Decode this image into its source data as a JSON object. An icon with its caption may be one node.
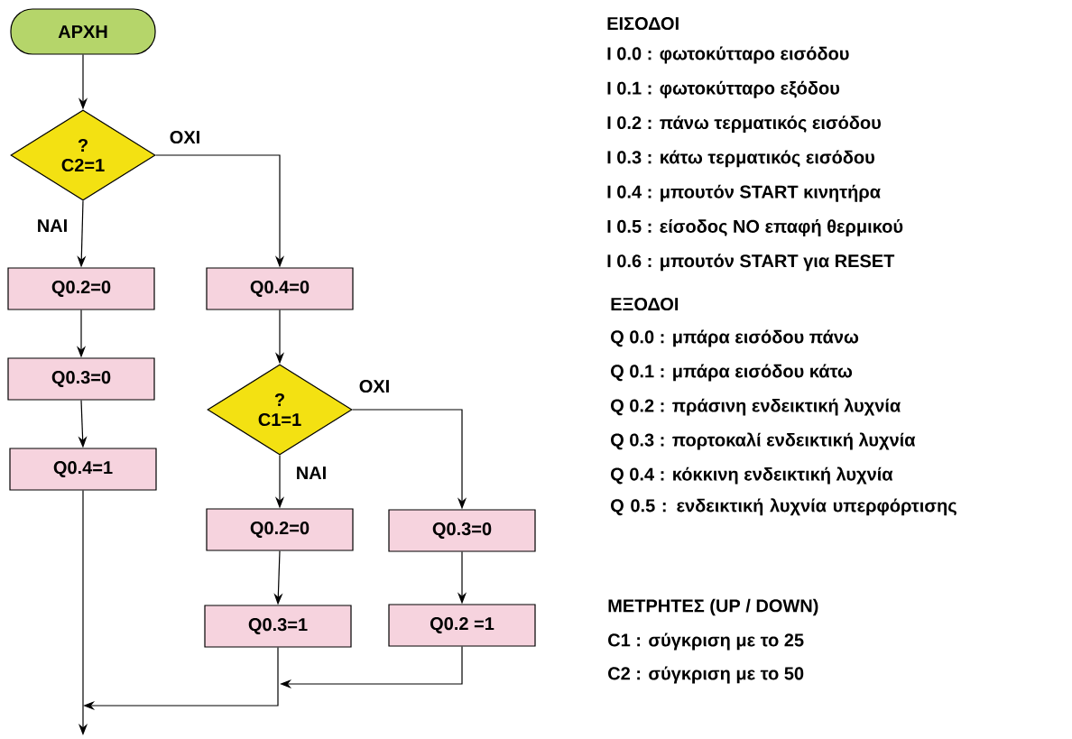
{
  "diagram": {
    "nodes": [
      {
        "text": [
          "ΑΡΧΗ"
        ]
      },
      {
        "text": [
          "?",
          "C2=1"
        ]
      },
      {
        "text": [
          "Q0.2=0"
        ]
      },
      {
        "text": [
          "Q0.3=0"
        ]
      },
      {
        "text": [
          "Q0.4=1"
        ]
      },
      {
        "text": [
          "Q0.4=0"
        ]
      },
      {
        "text": [
          "?",
          "C1=1"
        ]
      },
      {
        "text": [
          "Q0.2=0"
        ]
      },
      {
        "text": [
          "Q0.3=1"
        ]
      },
      {
        "text": [
          "Q0.3=0"
        ]
      },
      {
        "text": [
          "Q0.2 =1"
        ]
      }
    ],
    "edges": [
      {
        "from": 0,
        "to": 1,
        "arrow": "to"
      },
      {
        "from": 1,
        "to": 2,
        "arrow": "to",
        "label": "ΝΑΙ"
      },
      {
        "from": 1,
        "to": 5,
        "arrow": "to",
        "label": "ΟΧΙ"
      },
      {
        "from": 2,
        "to": 3,
        "arrow": "to"
      },
      {
        "from": 3,
        "to": 4,
        "arrow": "to"
      },
      {
        "from": 5,
        "to": 6,
        "arrow": "to"
      },
      {
        "from": 6,
        "to": 7,
        "arrow": "to",
        "label": "ΝΑΙ"
      },
      {
        "from": 6,
        "to": 9,
        "arrow": "to",
        "label": "ΟΧΙ"
      },
      {
        "from": 7,
        "to": 8,
        "arrow": "to"
      },
      {
        "from": 9,
        "to": 10,
        "arrow": "to"
      },
      {
        "from": 10,
        "to": null,
        "arrow": "to"
      },
      {
        "from": 8,
        "to": null,
        "arrow": "to"
      },
      {
        "from": 4,
        "to": null,
        "arrow": "to"
      }
    ],
    "labels": [
      "ΕΙΣΟΔΟΙ",
      "I 0.0 : φωτοκύτταρο εισόδου",
      "I 0.1 : φωτοκύτταρο εξόδου",
      "I 0.2 : πάνω τερματικός εισόδου",
      "I 0.3 : κάτω τερματικός εισόδου",
      "I 0.4 : μπουτόν START κινητήρα",
      "I 0.5 : είσοδος ΝΟ επαφή θερμικού",
      "I 0.6 : μπουτόν START για RESET",
      "ΕΞΟΔΟΙ",
      "Q 0.0 : μπάρα εισόδου πάνω",
      "Q 0.1 : μπάρα εισόδου κάτω",
      "Q 0.2 : πράσινη ενδεικτική λυχνία",
      "Q 0.3 : πορτοκαλί ενδεικτική λυχνία",
      "Q 0.4 : κόκκινη ενδεικτική λυχνία",
      "Q 0.5 : ενδεικτική λυχνία υπερφόρτισης",
      "ΜΕΤΡΗΤΕΣ (UP / DOWN)",
      "C1 : σύγκριση με το 25",
      "C2 : σύγκριση με το 50"
    ]
  }
}
